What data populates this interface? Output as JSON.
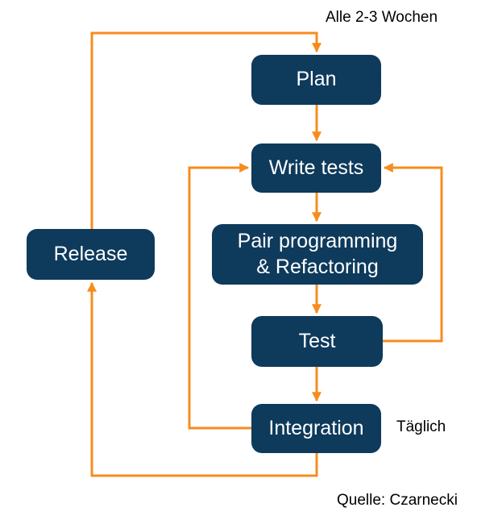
{
  "diagram": {
    "nodes": {
      "plan": {
        "label": "Plan"
      },
      "write_tests": {
        "label": "Write tests"
      },
      "pair": {
        "line1": "Pair programming",
        "line2": "& Refactoring"
      },
      "test": {
        "label": "Test"
      },
      "integration": {
        "label": "Integration"
      },
      "release": {
        "label": "Release"
      }
    },
    "annotations": {
      "cycle_note": "Alle 2-3 Wochen",
      "daily_note": "Täglich",
      "source_note": "Quelle: Czarnecki"
    },
    "edges": [
      {
        "from": "plan",
        "to": "write_tests"
      },
      {
        "from": "write_tests",
        "to": "pair"
      },
      {
        "from": "pair",
        "to": "test"
      },
      {
        "from": "test",
        "to": "integration"
      },
      {
        "from": "test",
        "to": "write_tests",
        "note": "feedback loop right"
      },
      {
        "from": "integration",
        "to": "write_tests",
        "note": "feedback loop left"
      },
      {
        "from": "integration",
        "to": "release",
        "note": "outer loop bottom"
      },
      {
        "from": "release",
        "to": "plan",
        "note": "outer loop top, Alle 2-3 Wochen"
      }
    ],
    "colors": {
      "node_fill": "#0E3A5C",
      "node_text": "#FFFFFF",
      "arrow": "#F78C1E",
      "note_text": "#000000",
      "background": "#FFFFFF"
    }
  }
}
